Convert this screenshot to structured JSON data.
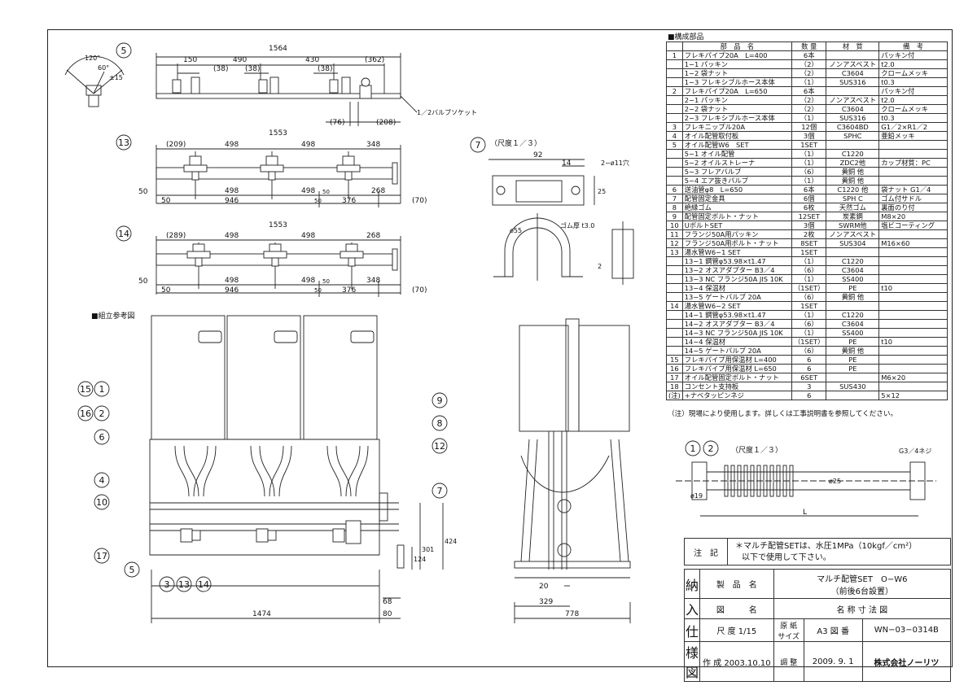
{
  "section_title": "■構成部品",
  "assembly_title": "■組立参考図",
  "columns": [
    "部　品　名",
    "数 量",
    "材　質",
    "備　考"
  ],
  "parts": [
    {
      "n": "1",
      "name": "フレキパイプ20A　L=400",
      "qty": "6本",
      "mat": "",
      "rem": "パッキン付"
    },
    {
      "n": "",
      "name": "1−1 パッキン",
      "qty": "（2）",
      "mat": "ノンアスベスト",
      "rem": "t2.0"
    },
    {
      "n": "",
      "name": "1−2 袋ナット",
      "qty": "（2）",
      "mat": "C3604",
      "rem": "クロームメッキ"
    },
    {
      "n": "",
      "name": "1−3 フレキシブルホース本体",
      "qty": "（1）",
      "mat": "SUS316",
      "rem": "t0.3"
    },
    {
      "n": "2",
      "name": "フレキパイプ20A　L=650",
      "qty": "6本",
      "mat": "",
      "rem": "パッキン付"
    },
    {
      "n": "",
      "name": "2−1 パッキン",
      "qty": "（2）",
      "mat": "ノンアスベスト",
      "rem": "t2.0"
    },
    {
      "n": "",
      "name": "2−2 袋ナット",
      "qty": "（2）",
      "mat": "C3604",
      "rem": "クロームメッキ"
    },
    {
      "n": "",
      "name": "2−3 フレキシブルホース本体",
      "qty": "（1）",
      "mat": "SUS316",
      "rem": "t0.3"
    },
    {
      "n": "3",
      "name": "フレキニップル20A",
      "qty": "12個",
      "mat": "C3604BD",
      "rem": "G1／2×R1／2"
    },
    {
      "n": "4",
      "name": "オイル配管取付板",
      "qty": "3個",
      "mat": "SPHC",
      "rem": "亜鉛メッキ"
    },
    {
      "n": "5",
      "name": "オイル配管W6　SET",
      "qty": "1SET",
      "mat": "",
      "rem": ""
    },
    {
      "n": "",
      "name": "5−1 オイル配管",
      "qty": "（1）",
      "mat": "C1220",
      "rem": ""
    },
    {
      "n": "",
      "name": "5−2 オイルストレーナ",
      "qty": "（1）",
      "mat": "ZDC2他",
      "rem": "カップ材質：PC"
    },
    {
      "n": "",
      "name": "5−3 フレアバルブ",
      "qty": "（6）",
      "mat": "黄銅 他",
      "rem": ""
    },
    {
      "n": "",
      "name": "5−4 エア抜きバルブ",
      "qty": "（1）",
      "mat": "黄銅 他",
      "rem": ""
    },
    {
      "n": "6",
      "name": "送油管φ8　L=650",
      "qty": "6本",
      "mat": "C1220 他",
      "rem": "袋ナット G1／4"
    },
    {
      "n": "7",
      "name": "配管固定金具",
      "qty": "6個",
      "mat": "SPH C",
      "rem": "ゴム付サドル"
    },
    {
      "n": "8",
      "name": "絶縁ゴム",
      "qty": "6枚",
      "mat": "天然ゴム",
      "rem": "裏面のり付"
    },
    {
      "n": "9",
      "name": "配管固定ボルト・ナット",
      "qty": "12SET",
      "mat": "炭素鋼",
      "rem": "M8×20"
    },
    {
      "n": "10",
      "name": "UボルトSET",
      "qty": "3個",
      "mat": "SWRM他",
      "rem": "塩ビコーティング"
    },
    {
      "n": "11",
      "name": "フランジ50A用パッキン",
      "qty": "2枚",
      "mat": "ノンアスベスト",
      "rem": ""
    },
    {
      "n": "12",
      "name": "フランジ50A用ボルト・ナット",
      "qty": "8SET",
      "mat": "SUS304",
      "rem": "M16×60"
    },
    {
      "n": "13",
      "name": "湯水管W6−1 SET",
      "qty": "1SET",
      "mat": "",
      "rem": ""
    },
    {
      "n": "",
      "name": "13−1 鋼管φ53.98×t1.47",
      "qty": "（1）",
      "mat": "C1220",
      "rem": ""
    },
    {
      "n": "",
      "name": "13−2 オスアダプター B3／4",
      "qty": "（6）",
      "mat": "C3604",
      "rem": ""
    },
    {
      "n": "",
      "name": "13−3 NC フランジ50A JIS 10K",
      "qty": "（1）",
      "mat": "SS400",
      "rem": ""
    },
    {
      "n": "",
      "name": "13−4 保温材",
      "qty": "（1SET）",
      "mat": "PE",
      "rem": "t10"
    },
    {
      "n": "",
      "name": "13−5 ゲートバルブ 20A",
      "qty": "（6）",
      "mat": "黄銅 他",
      "rem": ""
    },
    {
      "n": "14",
      "name": "湯水管W6−2 SET",
      "qty": "1SET",
      "mat": "",
      "rem": ""
    },
    {
      "n": "",
      "name": "14−1 鋼管φ53.98×t1.47",
      "qty": "（1）",
      "mat": "C1220",
      "rem": ""
    },
    {
      "n": "",
      "name": "14−2 オスアダプター B3／4",
      "qty": "（6）",
      "mat": "C3604",
      "rem": ""
    },
    {
      "n": "",
      "name": "14−3 NC フランジ50A JIS 10K",
      "qty": "（1）",
      "mat": "SS400",
      "rem": ""
    },
    {
      "n": "",
      "name": "14−4 保温材",
      "qty": "（1SET）",
      "mat": "PE",
      "rem": "t10"
    },
    {
      "n": "",
      "name": "14−5 ゲートバルブ 20A",
      "qty": "（6）",
      "mat": "黄銅 他",
      "rem": ""
    },
    {
      "n": "15",
      "name": "フレキパイプ用保温材 L=400",
      "qty": "6",
      "mat": "PE",
      "rem": ""
    },
    {
      "n": "16",
      "name": "フレキパイプ用保温材 L=650",
      "qty": "6",
      "mat": "PE",
      "rem": ""
    },
    {
      "n": "17",
      "name": "オイル配管固定ボルト・ナット",
      "qty": "6SET",
      "mat": "",
      "rem": "M6×20"
    },
    {
      "n": "18",
      "name": "コンセント支持板",
      "qty": "3",
      "mat": "SUS430",
      "rem": ""
    },
    {
      "n": "(注)",
      "name": "+ナベタッピンネジ",
      "qty": "6",
      "mat": "",
      "rem": "5×12"
    }
  ],
  "parts_note": "（注）現場により使用します。詳しくは工事説明書を参照してください。",
  "note_label": "注　記",
  "note_line1": "＊マルチ配管SETは、水圧1MPa（10kgf／cm²）",
  "note_line2": "以下で使用して下さい。",
  "title_block": {
    "side": [
      "納",
      "入",
      "仕",
      "様",
      "図"
    ],
    "product_label": "製　品　名",
    "product_1": "マルチ配管SET　O−W6",
    "product_2": "（前後6台設置）",
    "figure_label": "図　　　名",
    "figure_name": "名 称 寸 法 図",
    "scale_label": "尺 度",
    "scale": "1/15",
    "paper_label": "原 紙 サイズ",
    "paper": "A3",
    "drawing_no_label": "図 番",
    "drawing_no": "WN−03−0314B",
    "made_label": "作 成",
    "made": "2003.10.10",
    "rev_label": "調 整",
    "rev": "2009. 9. 1",
    "company": "株式会社ノーリツ"
  },
  "views": {
    "v5": {
      "no": "5",
      "total": "1564",
      "d": [
        "150",
        "490",
        "430",
        "(362)",
        "(38)",
        "(38)",
        "(38)",
        "(76)",
        "(208)"
      ],
      "socket": "1／2バルブソケット",
      "angle1": "120°",
      "angle2": "60°",
      "angle3": "±15"
    },
    "v13": {
      "no": "13",
      "total": "1553",
      "top": [
        "(209)",
        "498",
        "498",
        "348"
      ],
      "bottom": [
        "498",
        "498",
        "268"
      ],
      "bottom2": [
        "946",
        "376"
      ],
      "side": [
        "50",
        "50",
        "50",
        "50",
        "(70)"
      ]
    },
    "v14": {
      "no": "14",
      "total": "1553",
      "top": [
        "(289)",
        "498",
        "498",
        "268"
      ],
      "bottom": [
        "498",
        "498",
        "348"
      ],
      "bottom2": [
        "946",
        "376"
      ],
      "side": [
        "50",
        "50",
        "50",
        "50",
        "(70)"
      ]
    },
    "v7": {
      "no": "7",
      "scale": "（尺度１／３）",
      "d": [
        "92",
        "14",
        "2−ø11穴",
        "25",
        "ø55",
        "ゴム厚 t3.0",
        "2"
      ]
    },
    "flex": {
      "nos": [
        "1",
        "2"
      ],
      "scale": "（尺度１／３）",
      "thread": "G3／4ネジ",
      "d": [
        "ø25",
        "ø19",
        "L"
      ]
    },
    "assembly": {
      "callouts": [
        "15",
        "1",
        "16",
        "2",
        "6",
        "4",
        "10",
        "17",
        "5",
        "3",
        "13",
        "14",
        "9",
        "8",
        "12",
        "7"
      ],
      "dims": [
        "1474",
        "80",
        "68",
        "124",
        "301",
        "424",
        "329",
        "20",
        "778"
      ]
    }
  }
}
